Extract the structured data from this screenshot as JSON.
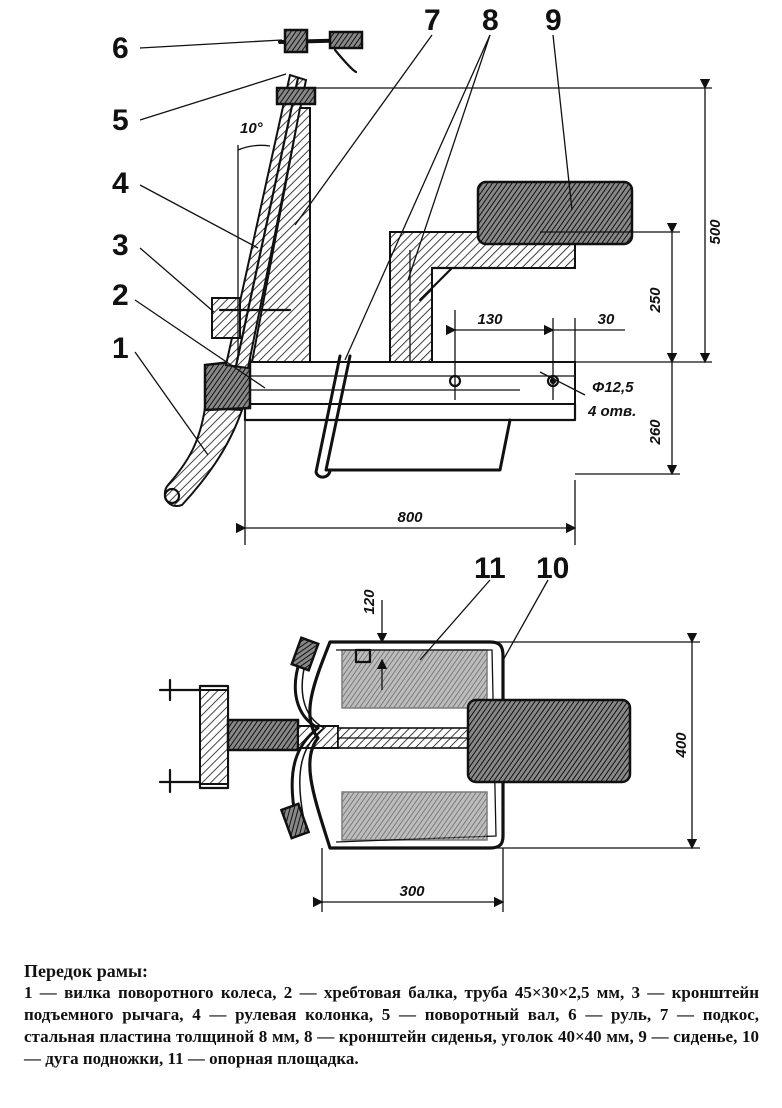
{
  "callouts": {
    "n1": "1",
    "n2": "2",
    "n3": "3",
    "n4": "4",
    "n5": "5",
    "n6": "6",
    "n7": "7",
    "n8": "8",
    "n9": "9",
    "n10": "10",
    "n11": "11"
  },
  "dimensions": {
    "angle": "10°",
    "d500": "500",
    "d250_upper": "250",
    "d250_lower": "260",
    "d130": "130",
    "d30": "30",
    "hole_dia": "Φ12,5",
    "hole_count": "4 отв.",
    "d800": "800",
    "d120": "120",
    "d400": "400",
    "d300": "300"
  },
  "caption": {
    "title": "Передок рамы:",
    "body": "1 — вилка поворотного колеса, 2 — хребтовая балка, труба 45×30×2,5 мм, 3 — кронштейн подъемного рычага, 4 — рулевая колонка, 5 — поворотный вал, 6 — руль, 7 — подкос, стальная пластина толщиной 8 мм, 8 — кронштейн сиденья, уголок 40×40 мм, 9 — сиденье, 10 — дуга подножки, 11 — опорная площадка."
  }
}
